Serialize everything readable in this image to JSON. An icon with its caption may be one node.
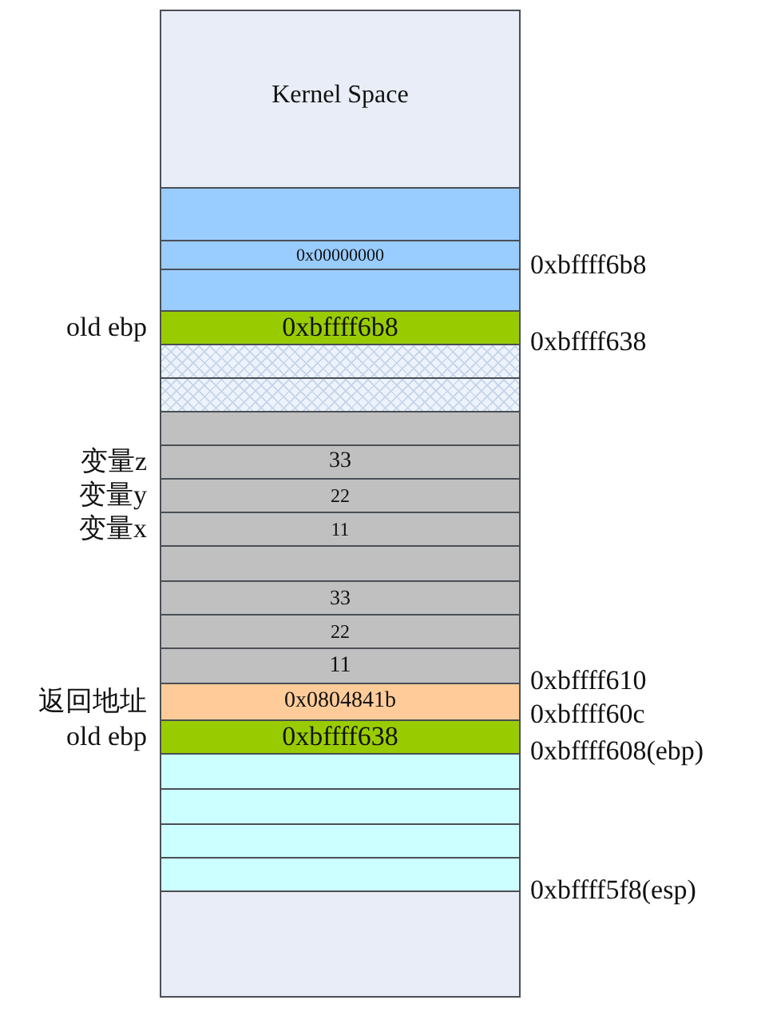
{
  "diagram": {
    "nodes": [
      {
        "text": [
          "Kernel Space"
        ]
      },
      {
        "text": [],
        "shape": "box"
      },
      {
        "text": [
          "0x00000000"
        ]
      },
      {
        "text": [],
        "shape": "box"
      },
      {
        "text": [
          "0xbffff6b8"
        ],
        "beside": [
          "old ebp"
        ]
      },
      {
        "text": [],
        "shape": "box"
      },
      {
        "text": [],
        "shape": "box"
      },
      {
        "text": [],
        "shape": "box"
      },
      {
        "text": [
          "33"
        ],
        "beside": [
          "变量z"
        ]
      },
      {
        "text": [
          "22"
        ],
        "beside": [
          "变量y"
        ]
      },
      {
        "text": [
          "11"
        ],
        "beside": [
          "变量x"
        ]
      },
      {
        "text": [],
        "shape": "box"
      },
      {
        "text": [
          "33"
        ]
      },
      {
        "text": [
          "22"
        ]
      },
      {
        "text": [
          "11"
        ]
      },
      {
        "text": [
          "0x0804841b"
        ],
        "beside": [
          "返回地址"
        ]
      },
      {
        "text": [
          "0xbffff638"
        ],
        "beside": [
          "old ebp"
        ]
      },
      {
        "text": [],
        "shape": "box"
      },
      {
        "text": [],
        "shape": "box"
      },
      {
        "text": [],
        "shape": "box"
      },
      {
        "text": [],
        "shape": "box"
      },
      {
        "text": [],
        "shape": "box"
      }
    ],
    "labels": [
      "0xbffff6b8",
      "0xbffff638",
      "0xbffff610",
      "0xbffff60c",
      "0xbffff608(ebp)",
      "0xbffff5f8(esp)"
    ]
  }
}
